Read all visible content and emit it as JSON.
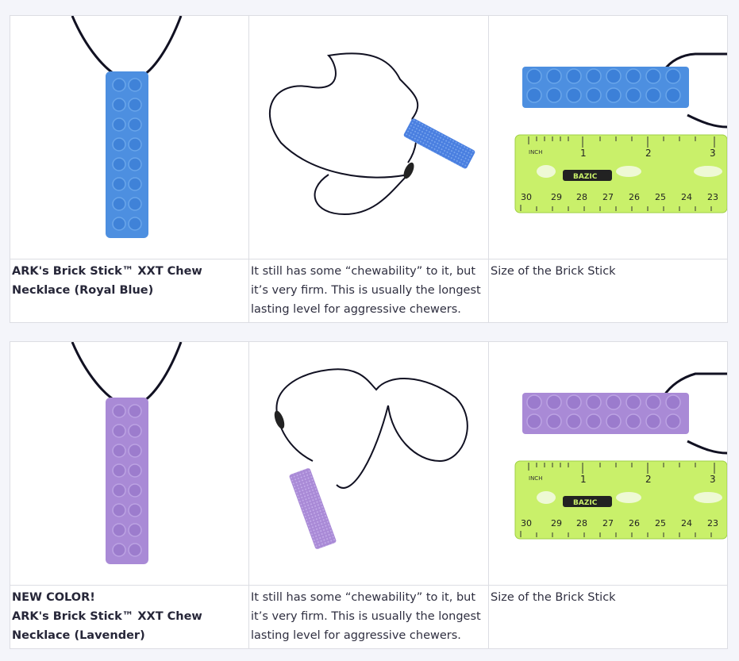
{
  "colors": {
    "royal_blue": "#4d8fe0",
    "royal_blue_stud": "#3c7fd6",
    "lavender": "#a98ad6",
    "lavender_stud": "#9677c8",
    "ruler_green": "#c9f06a",
    "cord": "#111122"
  },
  "products": [
    {
      "image_color": "royal-blue",
      "title_lines": [
        "ARK's Brick Stick™ XXT Chew",
        "Necklace (Royal Blue)"
      ],
      "description": "It still has some “chewability” to it, but it’s very firm. This is usually the longest lasting level for aggressive chewers.",
      "size_caption": "Size of the Brick Stick",
      "ruler": {
        "unit": "INCH",
        "brand": "BAZIC",
        "top_numbers": [
          "1",
          "2",
          "3"
        ],
        "bottom_numbers": [
          "30",
          "29",
          "28",
          "27",
          "26",
          "25",
          "24",
          "23"
        ]
      }
    },
    {
      "image_color": "lavender",
      "title_lines": [
        "NEW COLOR!",
        "ARK's Brick Stick™ XXT Chew",
        "Necklace (Lavender)"
      ],
      "description": "It still has some “chewability” to it, but it’s very firm. This is usually the longest lasting level for aggressive chewers.",
      "size_caption": "Size of the Brick Stick",
      "ruler": {
        "unit": "INCH",
        "brand": "BAZIC",
        "top_numbers": [
          "1",
          "2",
          "3"
        ],
        "bottom_numbers": [
          "30",
          "29",
          "28",
          "27",
          "26",
          "25",
          "24",
          "23"
        ]
      }
    }
  ]
}
